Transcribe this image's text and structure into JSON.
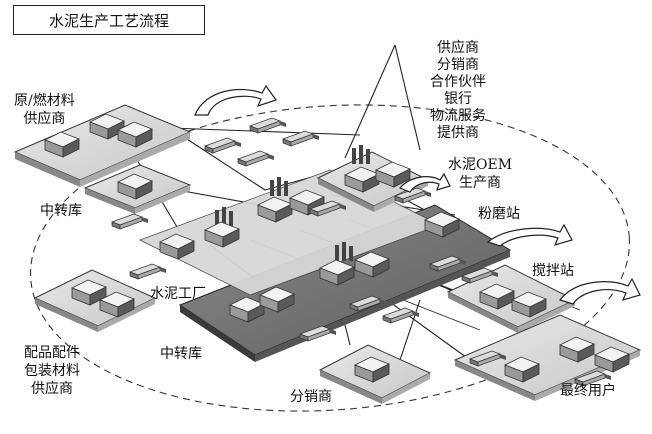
{
  "title": "水泥生产工艺流程",
  "labels": {
    "raw_supplier_l1": "原/燃材料",
    "raw_supplier_l2": "供应商",
    "partners": [
      "供应商",
      "分销商",
      "合作伙伴",
      "银行",
      "物流服务",
      "提供商"
    ],
    "oem_l1": "水泥OEM",
    "oem_l2": "生产商",
    "transfer_top": "中转库",
    "grinding_station": "粉磨站",
    "cement_plant": "水泥工厂",
    "mixing_station": "搅拌站",
    "parts_supplier": [
      "配品配件",
      "包装材料",
      "供应商"
    ],
    "transfer_bottom": "中转库",
    "distributor": "分销商",
    "end_user": "最终用户"
  },
  "nodes": [
    {
      "name": "raw-material-supplier-node",
      "kind": "facility"
    },
    {
      "name": "transfer-depot-top-node",
      "kind": "facility"
    },
    {
      "name": "cement-oem-node",
      "kind": "factory"
    },
    {
      "name": "grinding-station-node",
      "kind": "factory"
    },
    {
      "name": "cement-plant-node",
      "kind": "factory"
    },
    {
      "name": "mixing-station-node",
      "kind": "facility"
    },
    {
      "name": "parts-supplier-node",
      "kind": "facility"
    },
    {
      "name": "transfer-depot-bottom-node",
      "kind": "facility"
    },
    {
      "name": "distributor-node",
      "kind": "facility"
    },
    {
      "name": "end-user-node",
      "kind": "facility"
    }
  ]
}
